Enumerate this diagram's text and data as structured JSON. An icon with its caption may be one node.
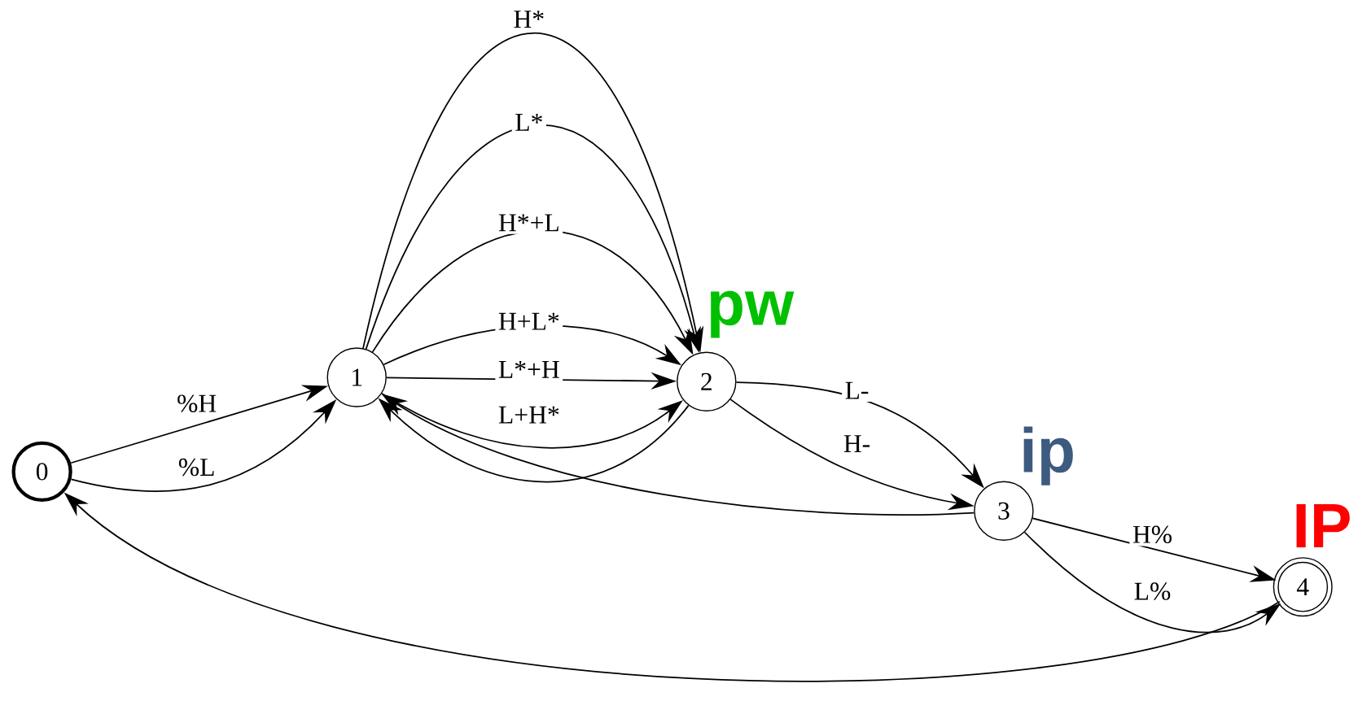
{
  "diagram": {
    "nodes": [
      {
        "text": [
          "0"
        ]
      },
      {
        "text": [
          "1"
        ]
      },
      {
        "text": [
          "2"
        ],
        "beside": [
          "pw"
        ]
      },
      {
        "text": [
          "3"
        ],
        "beside": [
          "ip"
        ]
      },
      {
        "text": [
          "4"
        ],
        "beside": [
          "IP"
        ]
      }
    ],
    "edges": [
      {
        "from": 0,
        "to": 1,
        "arrow": "to",
        "label": "%H"
      },
      {
        "from": 0,
        "to": 1,
        "arrow": "to",
        "label": "%L"
      },
      {
        "from": 1,
        "to": 2,
        "arrow": "to",
        "label": "H*"
      },
      {
        "from": 1,
        "to": 2,
        "arrow": "to",
        "label": "L*"
      },
      {
        "from": 1,
        "to": 2,
        "arrow": "to",
        "label": "H*+L"
      },
      {
        "from": 1,
        "to": 2,
        "arrow": "to",
        "label": "H+L*"
      },
      {
        "from": 1,
        "to": 2,
        "arrow": "to",
        "label": "L*+H"
      },
      {
        "from": 1,
        "to": 2,
        "arrow": "to",
        "label": "L+H*"
      },
      {
        "from": 2,
        "to": 1,
        "arrow": "to"
      },
      {
        "from": 2,
        "to": 3,
        "arrow": "to",
        "label": "L-"
      },
      {
        "from": 2,
        "to": 3,
        "arrow": "to",
        "label": "H-"
      },
      {
        "from": 3,
        "to": 1,
        "arrow": "to"
      },
      {
        "from": 3,
        "to": 4,
        "arrow": "to",
        "label": "H%"
      },
      {
        "from": 3,
        "to": 4,
        "arrow": "to",
        "label": "L%"
      },
      {
        "from": 4,
        "to": 0,
        "arrow": "to"
      }
    ]
  }
}
